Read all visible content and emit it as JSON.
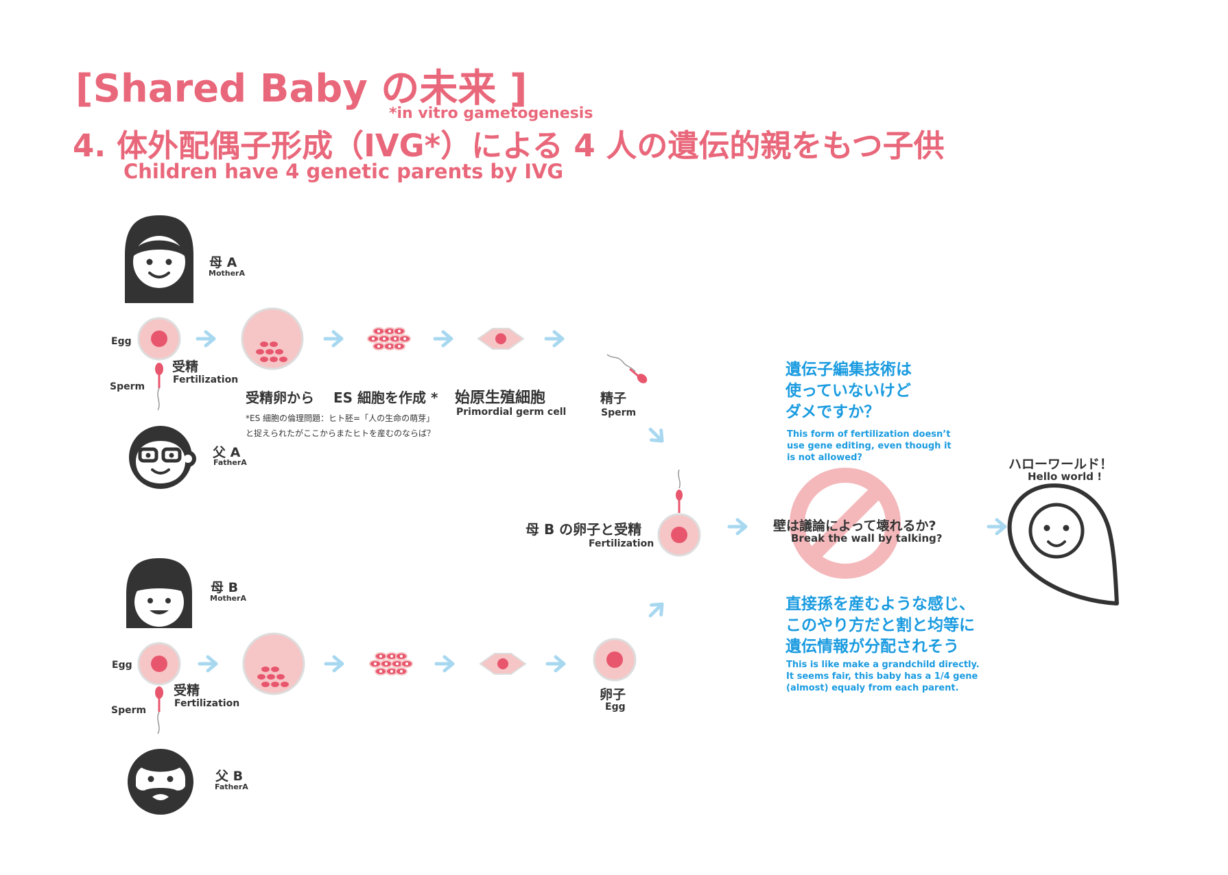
{
  "header": {
    "series_title": "[Shared Baby の未来 ]",
    "ivg_note": "*in vitro gametogenesis",
    "main_title": "4. 体外配偶子形成（IVG*）による 4 人の遺伝的親をもつ子供",
    "subtitle_en": "Children have 4 genetic parents by IVG"
  },
  "people": {
    "mother_a": {
      "jp": "母 A",
      "en": "MotherA"
    },
    "father_a": {
      "jp": "父 A",
      "en": "FatherA"
    },
    "mother_b": {
      "jp": "母 B",
      "en": "MotherA"
    },
    "father_b": {
      "jp": "父 B",
      "en": "FatherA"
    }
  },
  "labels": {
    "egg": "Egg",
    "sperm": "Sperm",
    "fertilization_jp": "受精",
    "fertilization_en": "Fertilization",
    "from_fertilized_egg": "受精卵から",
    "make_es_cells": "ES 細胞を作成 *",
    "pgc_jp": "始原生殖細胞",
    "pgc_en": "Primordial germ cell",
    "sperm_jp": "精子",
    "sperm_en": "Sperm",
    "egg_jp": "卵子",
    "egg_en": "Egg",
    "es_note_1": "*ES 細胞の倫理問題：ヒト胚=「人の生命の萌芽」",
    "es_note_2": "と捉えられたがここからまたヒトを産むのならば？",
    "merge_jp": "母 B の卵子と受精",
    "merge_en": "Fertilization"
  },
  "wall": {
    "question_jp": "壁は議論によって壊れるか?",
    "question_en": "Break the wall by talking?"
  },
  "comment_top": {
    "jp_lines": [
      "遺伝子編集技術は",
      "使っていないけど",
      "ダメですか？"
    ],
    "en_lines": [
      "This form of fertilization doesn’t",
      "use gene editing, even though it",
      "is not allowed?"
    ]
  },
  "comment_bottom": {
    "jp_lines": [
      "直接孫を産むような感じ、",
      "このやり方だと割と均等に",
      "遺伝情報が分配されそう"
    ],
    "en_lines": [
      "This is like make a grandchild directly.",
      "It seems fair, this baby has a 1/4  gene",
      "(almost) equaly from each parent."
    ]
  },
  "baby": {
    "jp": "ハローワールド！",
    "en": "Hello world !"
  },
  "colors": {
    "pink": "#e9677a",
    "cell_fill": "#f6c5c6",
    "nucleus": "#e8566d",
    "dark": "#333333",
    "blue_text": "#1a9be0",
    "arrow": "#a8d8f0",
    "prohibit": "#f4b8bb"
  },
  "icons": [
    "woman-face-icon",
    "man-glasses-face-icon",
    "woman-bangs-face-icon",
    "man-beard-face-icon",
    "egg-cell-icon",
    "sperm-icon",
    "blastocyst-icon",
    "es-cell-cluster-icon",
    "germ-cell-icon",
    "arrow-icon",
    "prohibited-icon",
    "baby-icon"
  ]
}
